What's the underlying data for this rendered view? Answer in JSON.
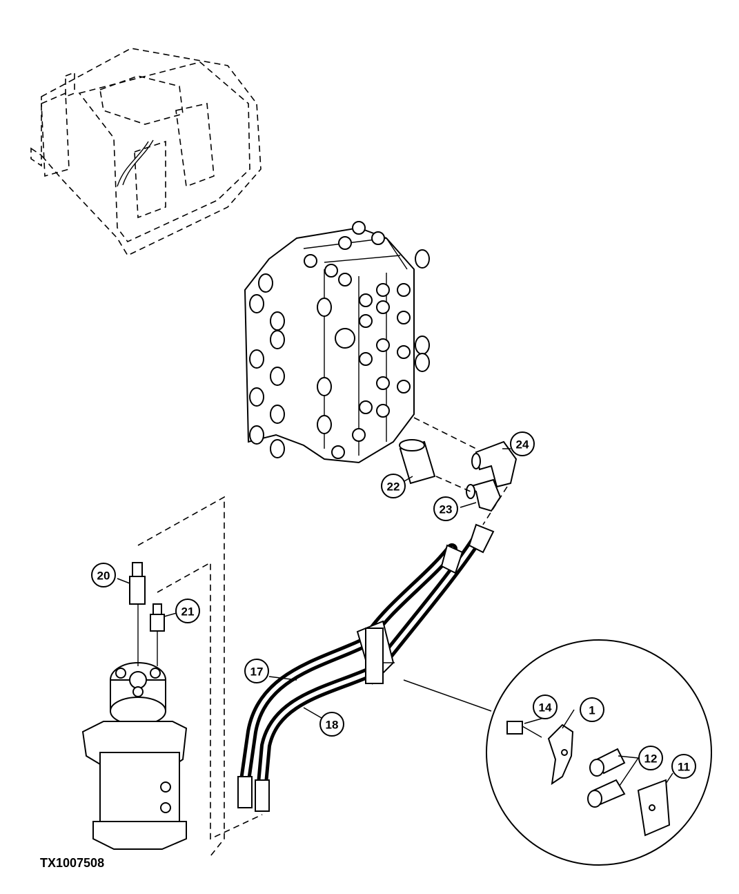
{
  "figure_id": "TX1007508",
  "callouts": [
    {
      "label": "1"
    },
    {
      "label": "11"
    },
    {
      "label": "12"
    },
    {
      "label": "14"
    },
    {
      "label": "17"
    },
    {
      "label": "18"
    },
    {
      "label": "20"
    },
    {
      "label": "21"
    },
    {
      "label": "22"
    },
    {
      "label": "23"
    },
    {
      "label": "24"
    }
  ]
}
